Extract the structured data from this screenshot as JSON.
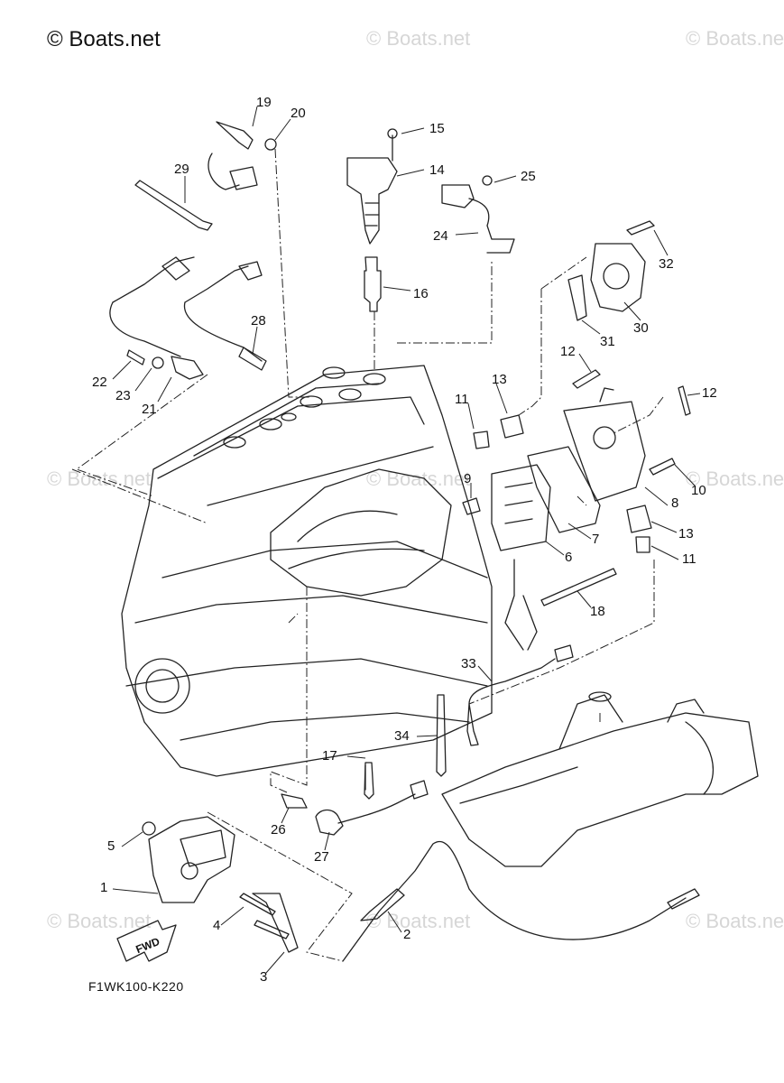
{
  "brand": "© Boats.net",
  "watermark": "© Boats.net",
  "diagram_code": "F1WK100-K220",
  "fwd_label": "FWD",
  "part_numbers": [
    "19",
    "20",
    "15",
    "14",
    "25",
    "29",
    "24",
    "32",
    "16",
    "30",
    "28",
    "31",
    "22",
    "23",
    "21",
    "12",
    "12",
    "13",
    "11",
    "9",
    "10",
    "8",
    "7",
    "6",
    "13",
    "11",
    "18",
    "33",
    "34",
    "17",
    "26",
    "27",
    "5",
    "1",
    "4",
    "2",
    "3"
  ]
}
